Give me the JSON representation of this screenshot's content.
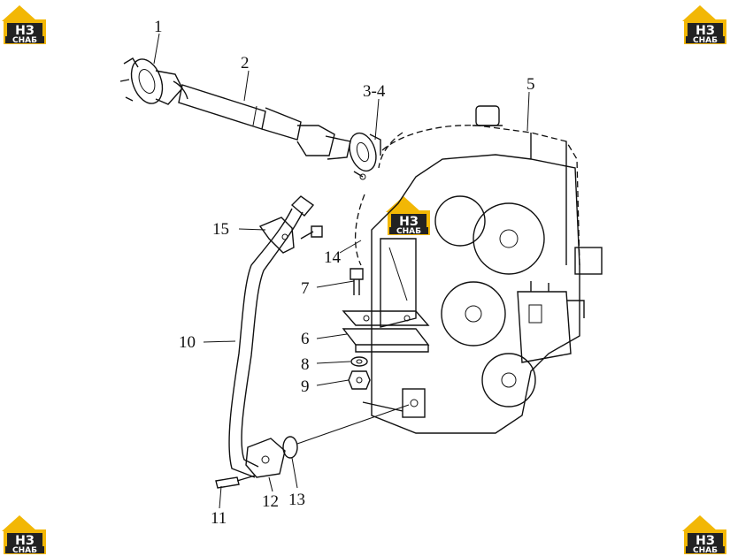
{
  "brand": {
    "main": "НЗ",
    "sub": "СНАБ",
    "color_yellow": "#f2b705",
    "color_dark": "#222222"
  },
  "callouts": [
    "1",
    "2",
    "3-4",
    "5",
    "6",
    "7",
    "8",
    "9",
    "10",
    "11",
    "12",
    "13",
    "14",
    "15"
  ]
}
